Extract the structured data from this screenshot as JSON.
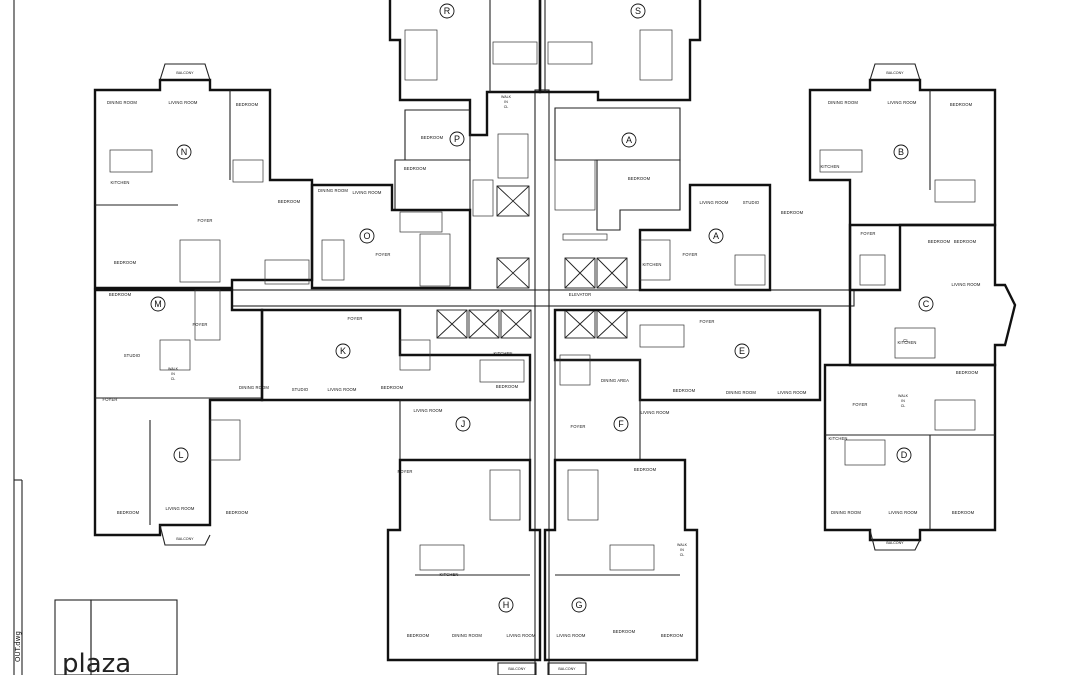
{
  "logo": {
    "text": "plaza"
  },
  "sheet_label": "OUT.dwg",
  "units": [
    {
      "letter": "R"
    },
    {
      "letter": "S"
    },
    {
      "letter": "N"
    },
    {
      "letter": "P"
    },
    {
      "letter": "A"
    },
    {
      "letter": "B"
    },
    {
      "letter": "O"
    },
    {
      "letter": "A"
    },
    {
      "letter": "M"
    },
    {
      "letter": "K"
    },
    {
      "letter": "E"
    },
    {
      "letter": "C"
    },
    {
      "letter": "J"
    },
    {
      "letter": "F"
    },
    {
      "letter": "L"
    },
    {
      "letter": "D"
    },
    {
      "letter": "H"
    },
    {
      "letter": "G"
    }
  ],
  "balconies": [
    {
      "text": "BALCONY"
    },
    {
      "text": "BALCONY"
    },
    {
      "text": "BALCONY"
    },
    {
      "text": "BALCONY"
    },
    {
      "text": "BALCONY"
    },
    {
      "text": "BALCONY"
    }
  ],
  "rooms": [
    {
      "text": "DINING ROOM"
    },
    {
      "text": "LIVING ROOM"
    },
    {
      "text": "BEDROOM"
    },
    {
      "text": "KITCHEN"
    },
    {
      "text": "FOYER"
    },
    {
      "text": "BEDROOM"
    },
    {
      "text": "BEDROOM"
    },
    {
      "text": "DINING ROOM"
    },
    {
      "text": "LIVING ROOM"
    },
    {
      "text": "BEDROOM"
    },
    {
      "text": "BEDROOM"
    },
    {
      "text": "FOYER"
    },
    {
      "text": "BEDROOM"
    },
    {
      "text": "LIVING ROOM"
    },
    {
      "text": "STUDIO"
    },
    {
      "text": "BEDROOM"
    },
    {
      "text": "FOYER"
    },
    {
      "text": "KITCHEN"
    },
    {
      "text": "DINING ROOM"
    },
    {
      "text": "LIVING ROOM"
    },
    {
      "text": "BEDROOM"
    },
    {
      "text": "KITCHEN"
    },
    {
      "text": "FOYER"
    },
    {
      "text": "BEDROOM"
    },
    {
      "text": "FOYER"
    },
    {
      "text": "BEDROOM"
    },
    {
      "text": "LIVING ROOM"
    },
    {
      "text": "STUDIO"
    },
    {
      "text": "FOYER"
    },
    {
      "text": "FOYER"
    },
    {
      "text": "STUDIO"
    },
    {
      "text": "LIVING ROOM"
    },
    {
      "text": "KITCHEN"
    },
    {
      "text": "BEDROOM"
    },
    {
      "text": "BEDROOM"
    },
    {
      "text": "FOYER"
    },
    {
      "text": "DINING AREA"
    },
    {
      "text": "BEDROOM"
    },
    {
      "text": "DINING ROOM"
    },
    {
      "text": "LIVING ROOM"
    },
    {
      "text": "FOYER"
    },
    {
      "text": "LIVING ROOM"
    },
    {
      "text": "CL"
    },
    {
      "text": "KITCHEN"
    },
    {
      "text": "BEDROOM"
    },
    {
      "text": "LIVING ROOM"
    },
    {
      "text": "FOYER"
    },
    {
      "text": "DINING ROOM"
    },
    {
      "text": "FOYER"
    },
    {
      "text": "KITCHEN"
    },
    {
      "text": "LIVING ROOM"
    },
    {
      "text": "BEDROOM"
    },
    {
      "text": "BEDROOM"
    },
    {
      "text": "BEDROOM"
    },
    {
      "text": "DINING ROOM"
    },
    {
      "text": "LIVING ROOM"
    },
    {
      "text": "BEDROOM"
    },
    {
      "text": "BEDROOM"
    },
    {
      "text": "KITCHEN"
    },
    {
      "text": "BEDROOM"
    },
    {
      "text": "DINING ROOM"
    },
    {
      "text": "LIVING ROOM"
    },
    {
      "text": "LIVING ROOM"
    },
    {
      "text": "BEDROOM"
    },
    {
      "text": "BEDROOM"
    },
    {
      "text": "ELEVATOR"
    }
  ],
  "walk_in_closet": {
    "walk": "WALK",
    "in": "IN",
    "cl": "CL"
  }
}
